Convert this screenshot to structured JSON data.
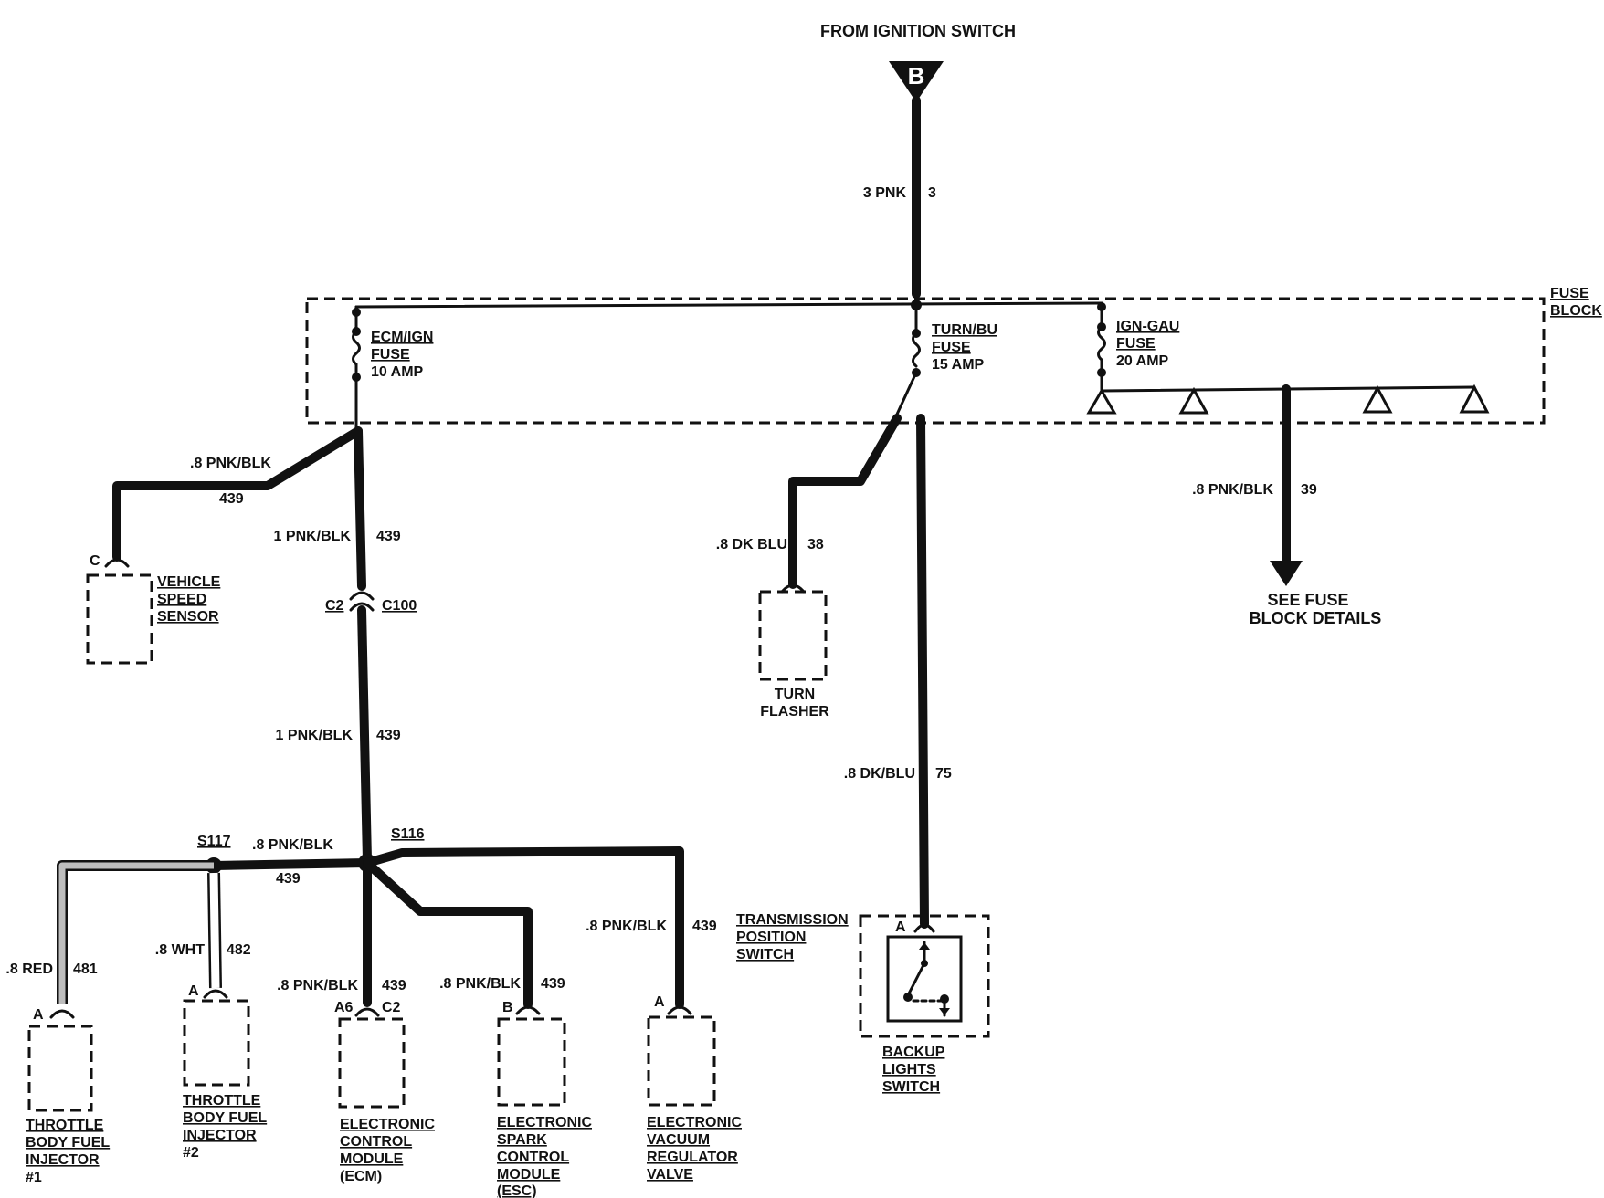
{
  "source": {
    "title": "FROM IGNITION SWITCH",
    "connector": "B",
    "wire_gauge_color": "3 PNK",
    "circuit": "3"
  },
  "fuse_block": {
    "label_line1": "FUSE",
    "label_line2": "BLOCK",
    "fuses": [
      {
        "name": "ECM/IGN",
        "type": "FUSE",
        "rating": "10 AMP"
      },
      {
        "name": "TURN/BU",
        "type": "FUSE",
        "rating": "15 AMP"
      },
      {
        "name": "IGN-GAU",
        "type": "FUSE",
        "rating": "20 AMP"
      }
    ]
  },
  "wires": {
    "vss_wire": ".8 PNK/BLK",
    "vss_circuit": "439",
    "ecm_feed_upper": "1 PNK/BLK",
    "ecm_feed_upper_circuit": "439",
    "ecm_feed_lower": "1 PNK/BLK",
    "ecm_feed_lower_circuit": "439",
    "s117_wire": ".8 PNK/BLK",
    "s117_circuit": "439",
    "injector1_wire": ".8 RED",
    "injector1_circuit": "481",
    "injector2_wire": ".8 WHT",
    "injector2_circuit": "482",
    "ecm_wire": ".8 PNK/BLK",
    "ecm_circuit": "439",
    "esc_wire": ".8 PNK/BLK",
    "esc_circuit": "439",
    "evrv_wire": ".8 PNK/BLK",
    "evrv_circuit": "439",
    "flasher_wire": ".8 DK BLU",
    "flasher_circuit": "38",
    "backup_wire": ".8 DK/BLU",
    "backup_circuit": "75",
    "fuse_details_wire": ".8 PNK/BLK",
    "fuse_details_circuit": "39"
  },
  "connectors": {
    "c2": "C2",
    "c100": "C100",
    "s116": "S116",
    "s117": "S117",
    "vss_pin": "C",
    "inj1_pin": "A",
    "inj2_pin": "A",
    "ecm_pin1": "A6",
    "ecm_pin2": "C2",
    "esc_pin": "B",
    "evrv_pin": "A",
    "flasher_pin": "",
    "tps_pin": "A"
  },
  "components": {
    "vss": [
      "VEHICLE",
      "SPEED",
      "SENSOR"
    ],
    "injector1": [
      "THROTTLE",
      "BODY FUEL",
      "INJECTOR",
      "#1"
    ],
    "injector2": [
      "THROTTLE",
      "BODY FUEL",
      "INJECTOR",
      "#2"
    ],
    "ecm": [
      "ELECTRONIC",
      "CONTROL",
      "MODULE",
      "(ECM)"
    ],
    "esc": [
      "ELECTRONIC",
      "SPARK",
      "CONTROL",
      "MODULE",
      "(ESC)"
    ],
    "evrv": [
      "ELECTRONIC",
      "VACUUM",
      "REGULATOR",
      "VALVE"
    ],
    "flasher": [
      "TURN",
      "FLASHER"
    ],
    "tps_label": [
      "TRANSMISSION",
      "POSITION",
      "SWITCH"
    ],
    "backup": [
      "BACKUP",
      "LIGHTS",
      "SWITCH"
    ],
    "fuse_details": [
      "SEE FUSE",
      "BLOCK DETAILS"
    ]
  }
}
